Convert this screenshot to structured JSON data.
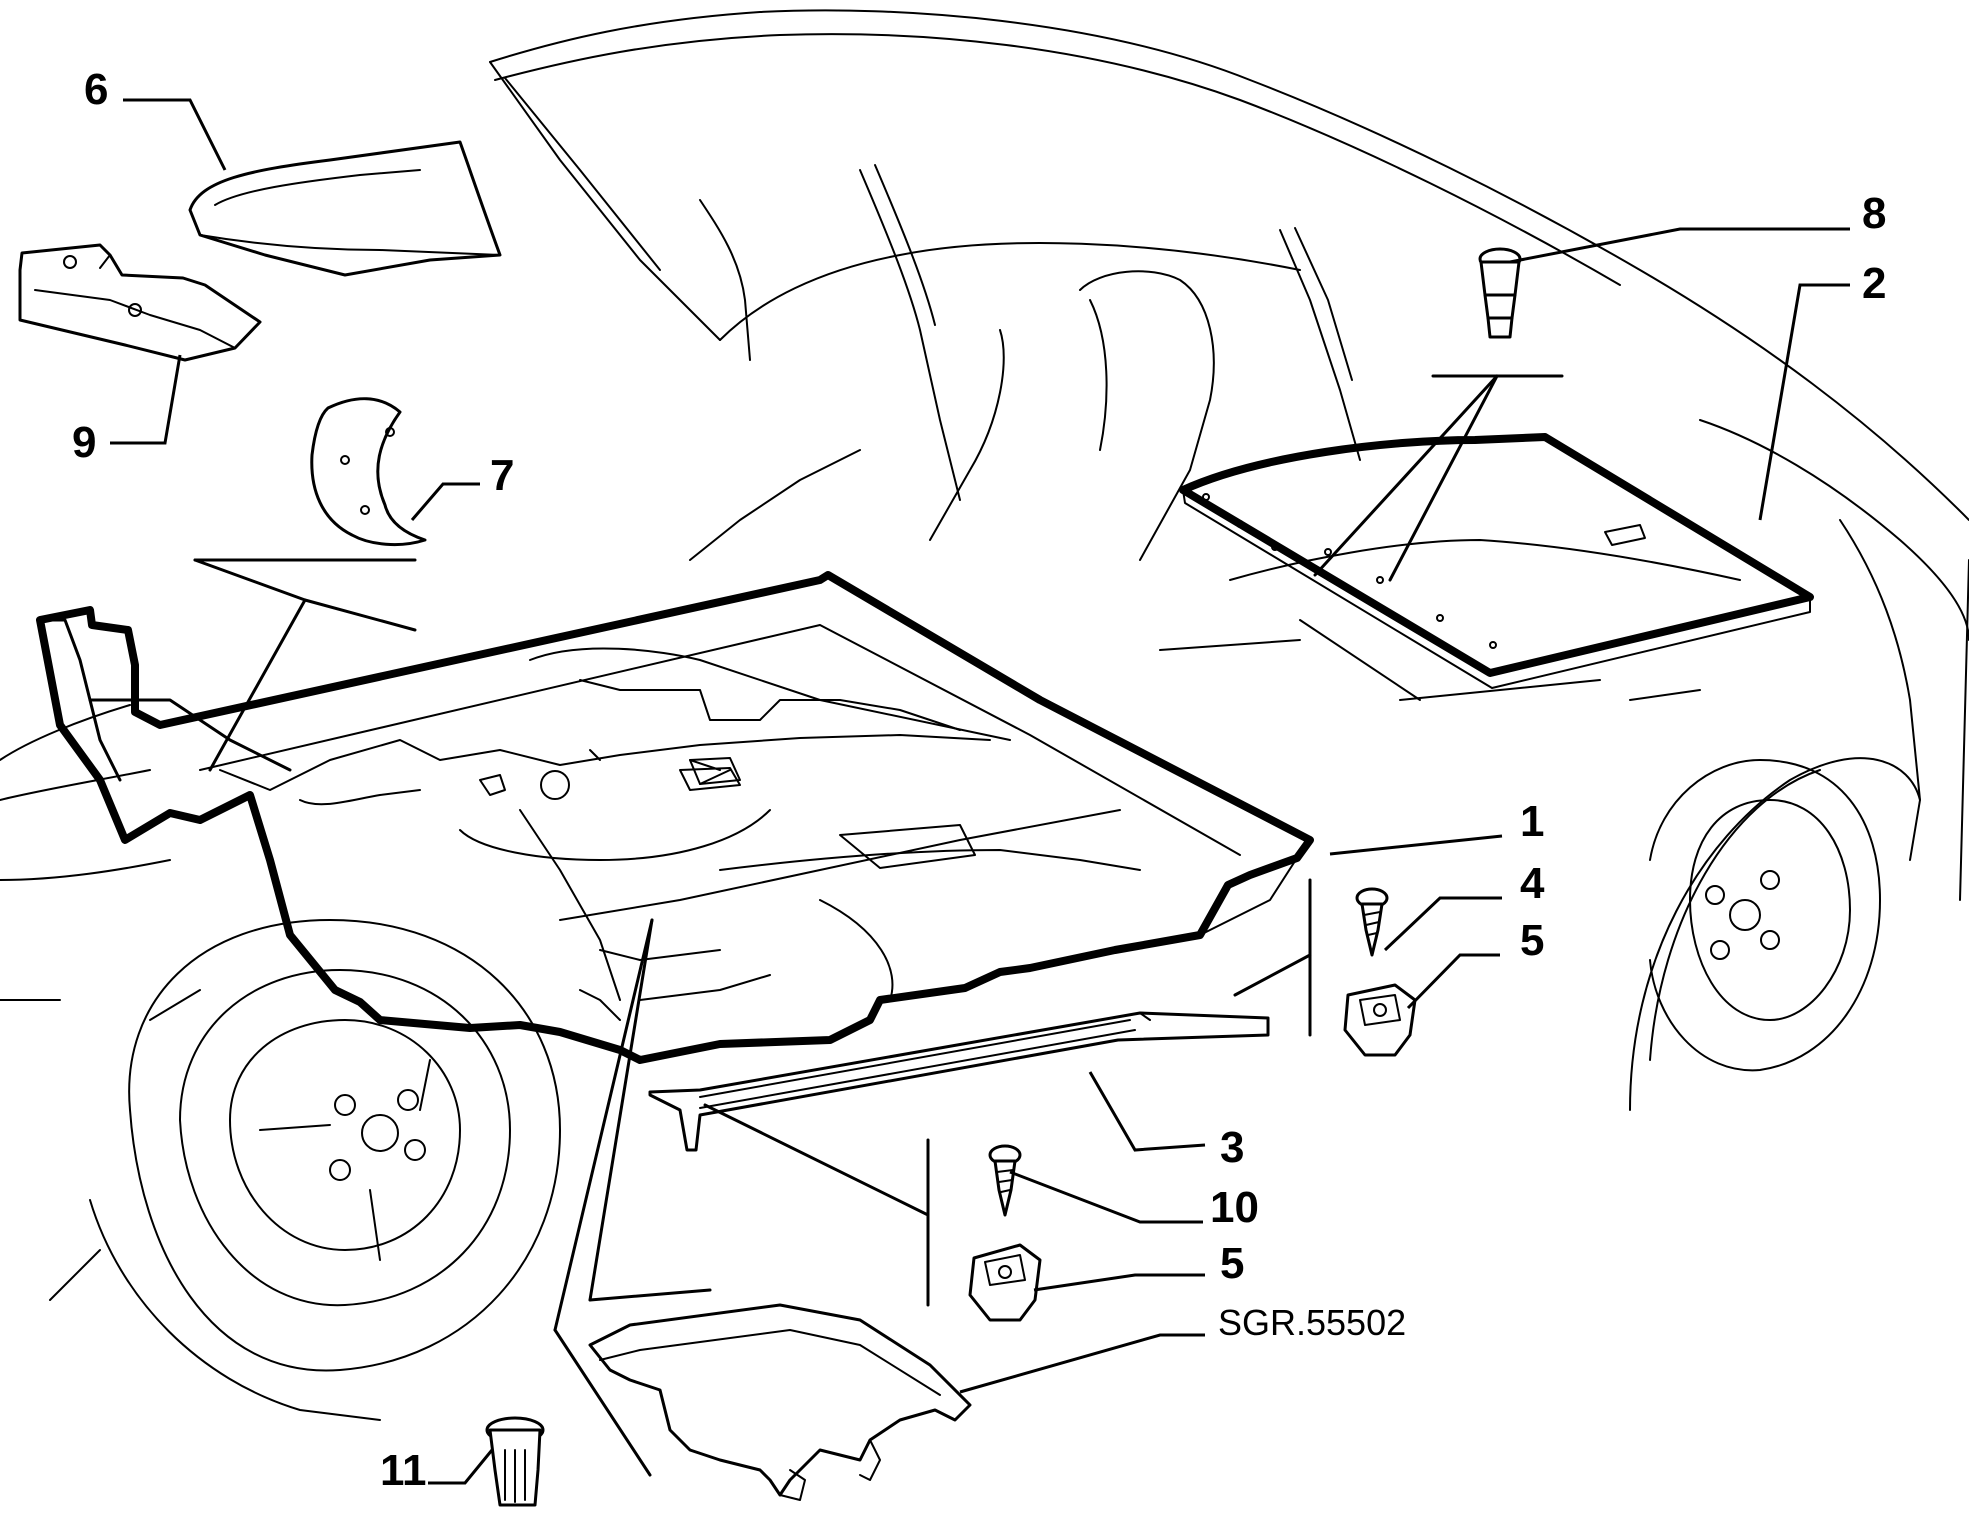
{
  "diagram": {
    "reference_code": "SGR.55502",
    "callouts": [
      {
        "id": "c1",
        "label": "1"
      },
      {
        "id": "c2",
        "label": "2"
      },
      {
        "id": "c3",
        "label": "3"
      },
      {
        "id": "c4",
        "label": "4"
      },
      {
        "id": "c5a",
        "label": "5"
      },
      {
        "id": "c5b",
        "label": "5"
      },
      {
        "id": "c6",
        "label": "6"
      },
      {
        "id": "c7",
        "label": "7"
      },
      {
        "id": "c8",
        "label": "8"
      },
      {
        "id": "c9",
        "label": "9"
      },
      {
        "id": "c10",
        "label": "10"
      },
      {
        "id": "c11",
        "label": "11"
      }
    ]
  }
}
